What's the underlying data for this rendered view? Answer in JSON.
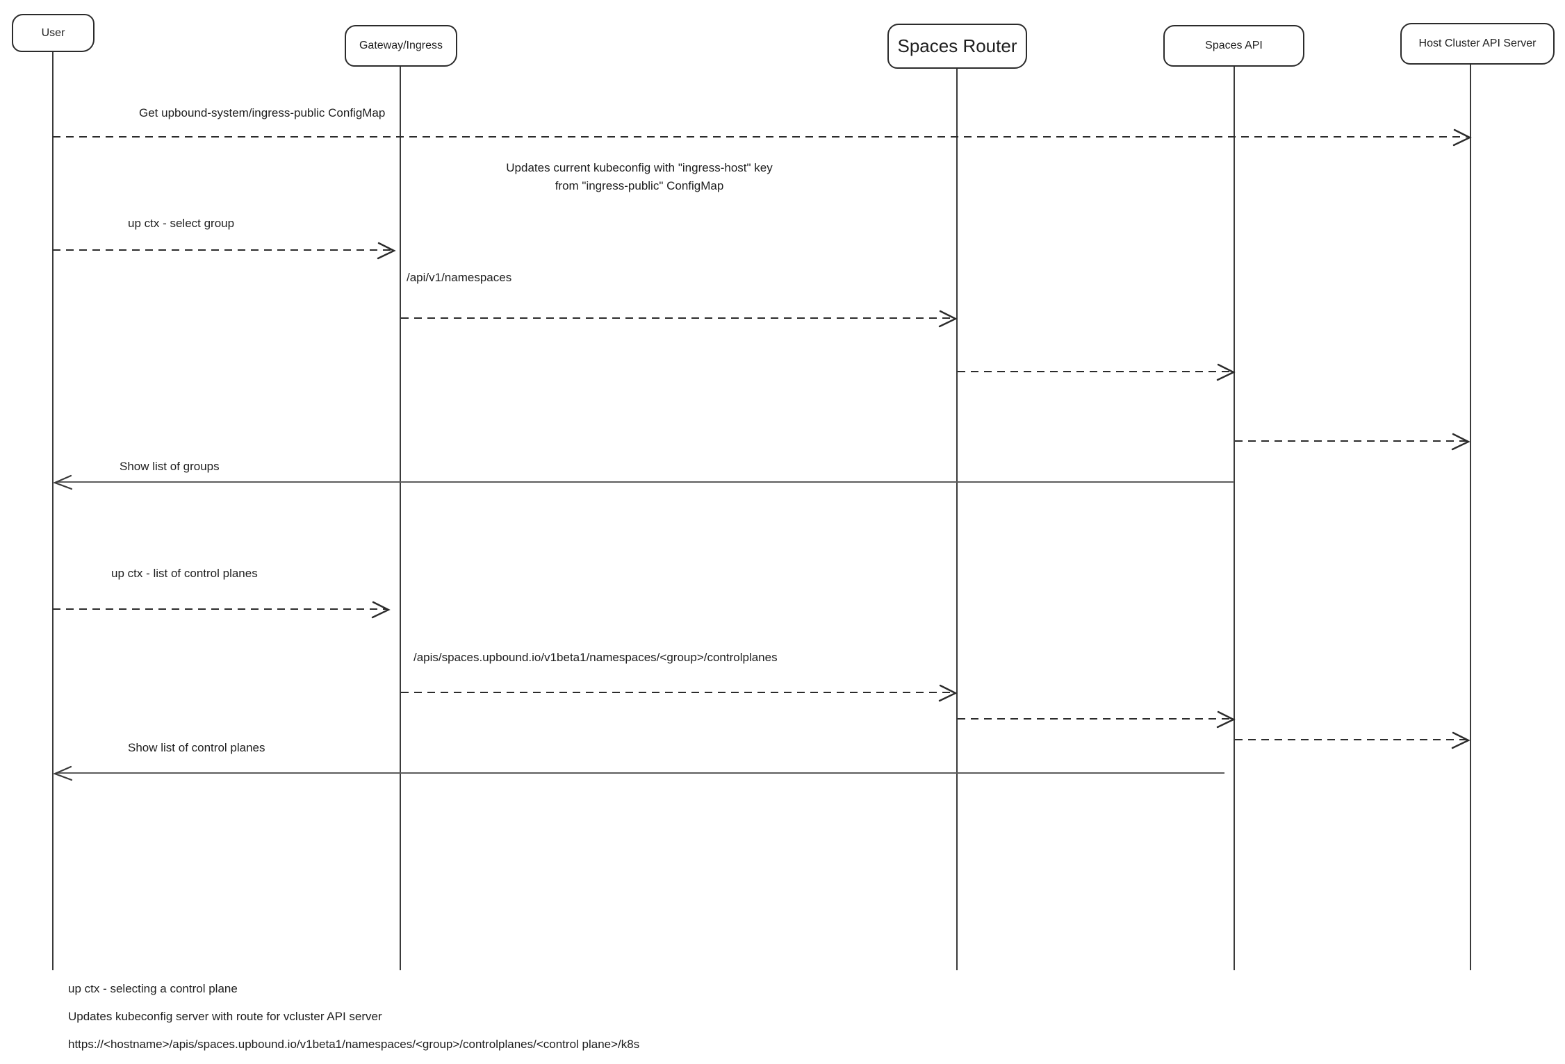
{
  "diagram_type": "sequence-diagram",
  "colors": {
    "background": "#ffffff",
    "stroke": "#2b2b2b",
    "return_line": "#5c5c5c"
  },
  "actors": [
    {
      "id": "user",
      "label": "User"
    },
    {
      "id": "gateway-ingress",
      "label": "Gateway/Ingress"
    },
    {
      "id": "spaces-router",
      "label": "Spaces Router"
    },
    {
      "id": "spaces-api",
      "label": "Spaces API"
    },
    {
      "id": "host-cluster-api-server",
      "label": "Host Cluster API Server"
    }
  ],
  "messages": [
    {
      "label": "Get upbound-system/ingress-public ConfigMap",
      "from": "User",
      "to": "Host Cluster API Server",
      "style": "dashed"
    },
    {
      "label": "up ctx - select group",
      "from": "User",
      "to": "Gateway/Ingress",
      "style": "dashed"
    },
    {
      "label": "/api/v1/namespaces",
      "from": "Gateway/Ingress",
      "to": "Spaces Router",
      "style": "dashed"
    },
    {
      "label": "",
      "from": "Spaces Router",
      "to": "Spaces API",
      "style": "dashed"
    },
    {
      "label": "",
      "from": "Spaces API",
      "to": "Host Cluster API Server",
      "style": "dashed"
    },
    {
      "label": "Show list of groups",
      "from": "Spaces API",
      "to": "User",
      "style": "solid"
    },
    {
      "label": "up ctx - list of control planes",
      "from": "User",
      "to": "Gateway/Ingress",
      "style": "dashed"
    },
    {
      "label": "/apis/spaces.upbound.io/v1beta1/namespaces/<group>/controlplanes",
      "from": "Gateway/Ingress",
      "to": "Spaces Router",
      "style": "dashed"
    },
    {
      "label": "",
      "from": "Spaces Router",
      "to": "Spaces API",
      "style": "dashed"
    },
    {
      "label": "",
      "from": "Spaces API",
      "to": "Host Cluster API Server",
      "style": "dashed"
    },
    {
      "label": "Show list of control planes",
      "from": "Spaces API",
      "to": "User",
      "style": "solid"
    }
  ],
  "note": {
    "line1": "Updates current kubeconfig with \"ingress-host\" key",
    "line2": "from \"ingress-public\" ConfigMap"
  },
  "footer": {
    "line1": "up ctx - selecting a control plane",
    "line2": "Updates kubeconfig server with route for vcluster API server",
    "line3": "https://<hostname>/apis/spaces.upbound.io/v1beta1/namespaces/<group>/controlplanes/<control plane>/k8s"
  }
}
